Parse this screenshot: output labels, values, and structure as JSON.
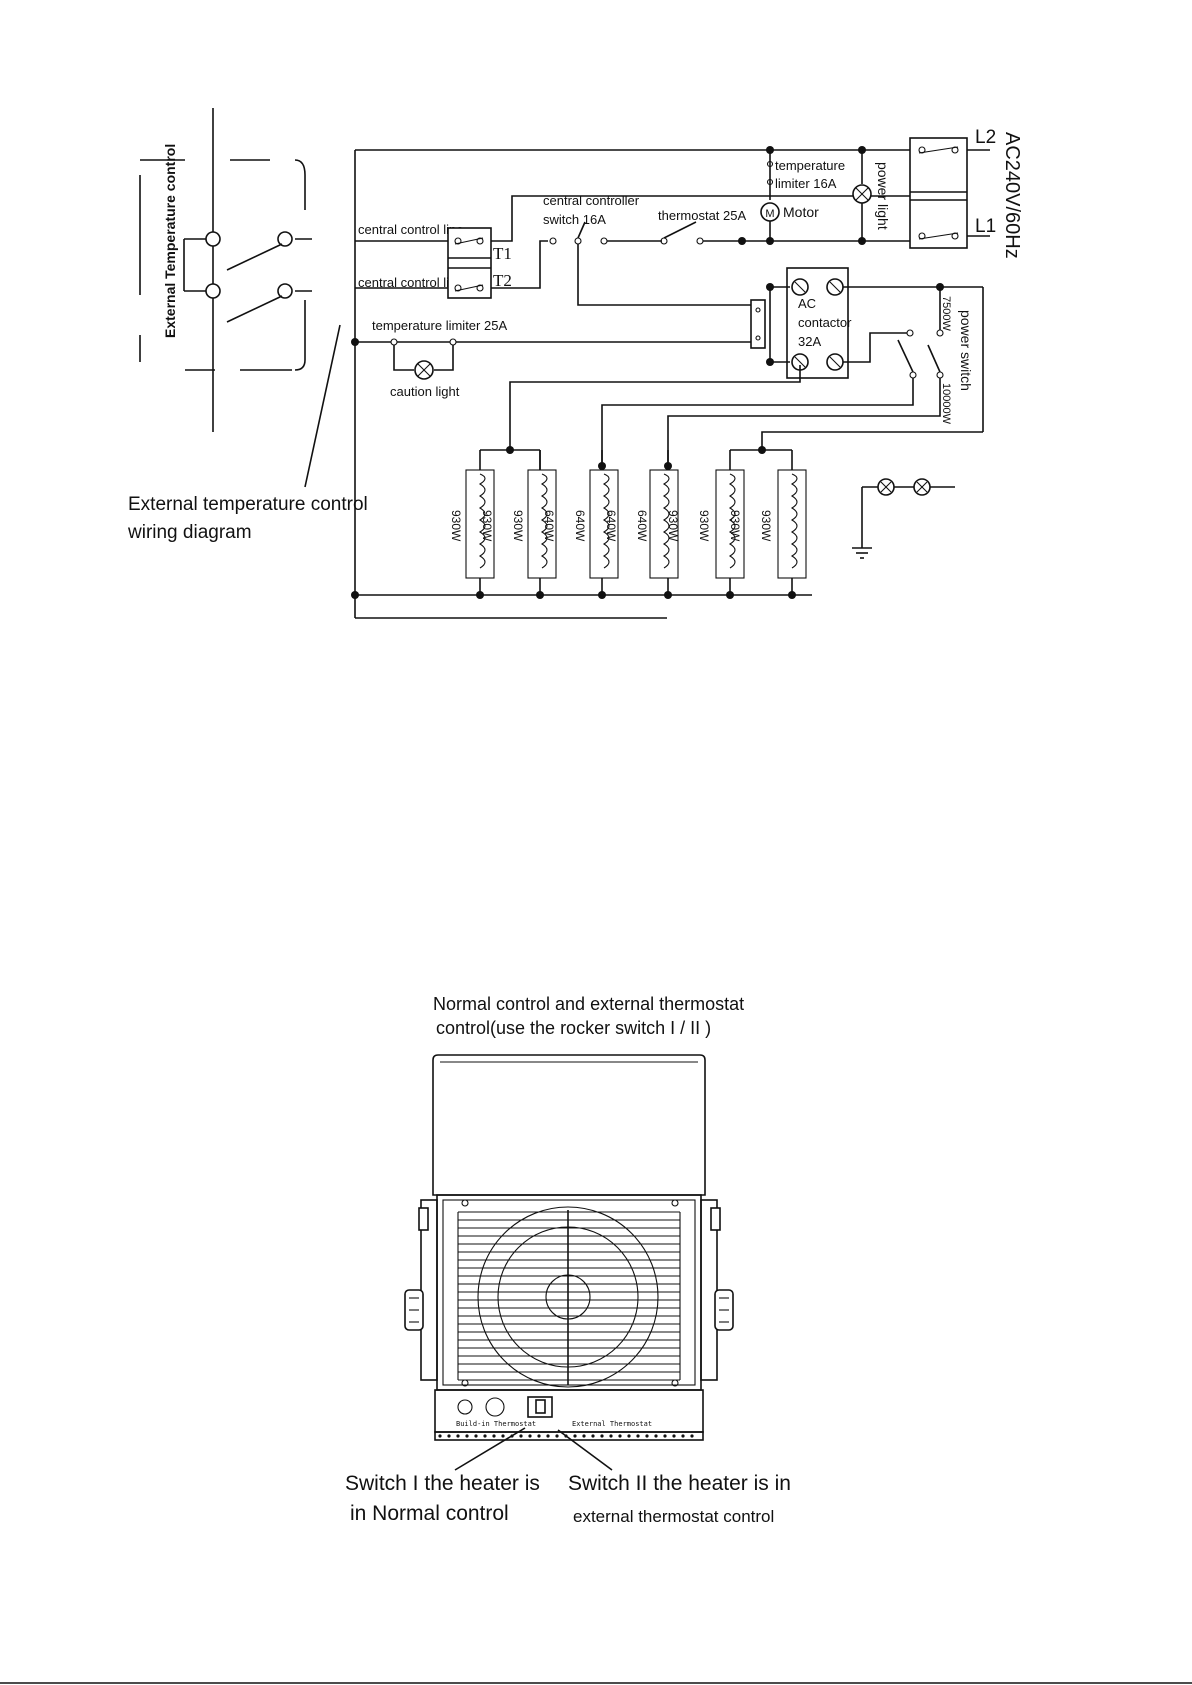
{
  "wiring_diagram": {
    "external_temperature_control_label": "External Temperature control",
    "caption_line1": "External temperature control",
    "caption_line2": "wiring diagram",
    "central_control_line_1": "central control line",
    "central_control_line_2": "central control line",
    "terminal_t1": "T1",
    "terminal_t2": "T2",
    "central_controller_switch_line1": "central controller",
    "central_controller_switch_line2": "switch 16A",
    "thermostat": "thermostat 25A",
    "temperature_limiter_16a_line1": "temperature",
    "temperature_limiter_16a_line2": "limiter 16A",
    "motor_symbol": "M",
    "motor": "Motor",
    "power_light": "power light",
    "l2": "L2",
    "l1": "L1",
    "supply": "AC240V/60Hz",
    "ac_contactor_line1": "AC",
    "ac_contactor_line2": "contactor",
    "ac_contactor_line3": "32A",
    "power_switch": "power switch",
    "switch_7500w": "7500W",
    "switch_10000w": "10000W",
    "temperature_limiter_25a": "temperature limiter 25A",
    "caution_light": "caution light",
    "heating_elements": [
      "930W",
      "930W",
      "930W",
      "640W",
      "640W",
      "640W",
      "640W",
      "930W",
      "930W",
      "930W",
      "930W"
    ]
  },
  "heater_view": {
    "title_line1": "Normal control and external thermostat",
    "title_line2": "control(use the rocker switch  I / II )",
    "panel_left_label": "Build-in Thermostat",
    "panel_right_label": "External Thermostat",
    "switch1_line1": "Switch I  the heater is",
    "switch1_line2": "in Normal control",
    "switch2_line1": "Switch II   the heater is in",
    "switch2_line2": "external thermostat control"
  }
}
